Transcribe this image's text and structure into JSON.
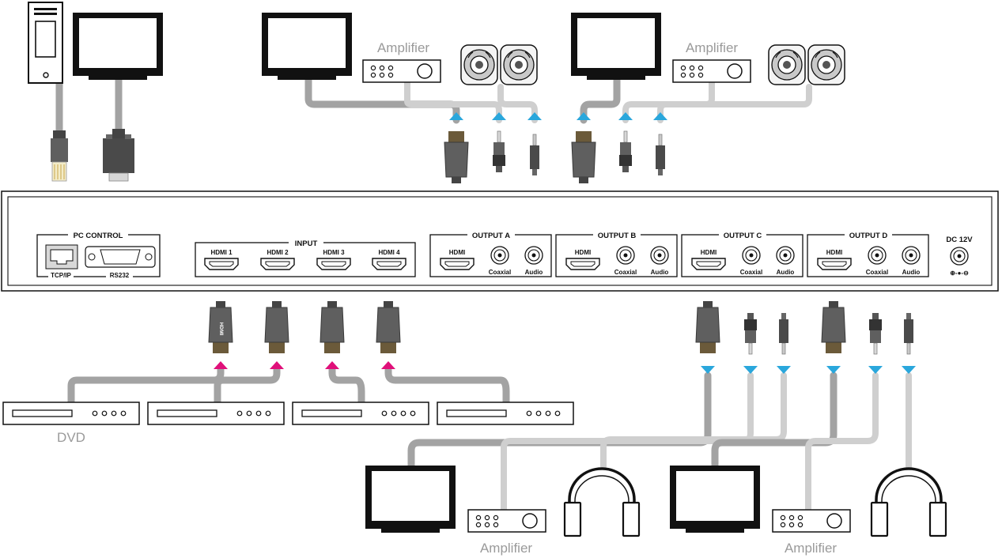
{
  "panel": {
    "pc_control": {
      "title": "PC CONTROL",
      "tcpip_label": "TCP/IP",
      "rs232_label": "RS232"
    },
    "input": {
      "title": "INPUT",
      "ports": [
        {
          "label": "HDMI 1"
        },
        {
          "label": "HDMI 2"
        },
        {
          "label": "HDMI 3"
        },
        {
          "label": "HDMI 4"
        }
      ]
    },
    "outputs": [
      {
        "title": "OUTPUT A",
        "hdmi_label": "HDMI",
        "coaxial_label": "Coaxial",
        "audio_label": "Audio"
      },
      {
        "title": "OUTPUT B",
        "hdmi_label": "HDMI",
        "coaxial_label": "Coaxial",
        "audio_label": "Audio"
      },
      {
        "title": "OUTPUT C",
        "hdmi_label": "HDMI",
        "coaxial_label": "Coaxial",
        "audio_label": "Audio"
      },
      {
        "title": "OUTPUT D",
        "hdmi_label": "HDMI",
        "coaxial_label": "Coaxial",
        "audio_label": "Audio"
      }
    ],
    "power": {
      "title": "DC 12V",
      "polarity": "⊕-●-⊖"
    }
  },
  "captions": {
    "amplifier_top_1": "Amplifier",
    "amplifier_top_2": "Amplifier",
    "dvd": "DVD",
    "amplifier_bottom_1": "Amplifier",
    "amplifier_bottom_2": "Amplifier"
  },
  "plug_text": "HDMI",
  "colors": {
    "cable": "#a3a3a3",
    "cable_light": "#cfcfcf",
    "outline": "#111111",
    "input_arrow": "#e0107a",
    "output_arrow": "#2aa7dc",
    "plug_body": "#5f5f5f",
    "plug_metal": "#6b5a3a"
  }
}
